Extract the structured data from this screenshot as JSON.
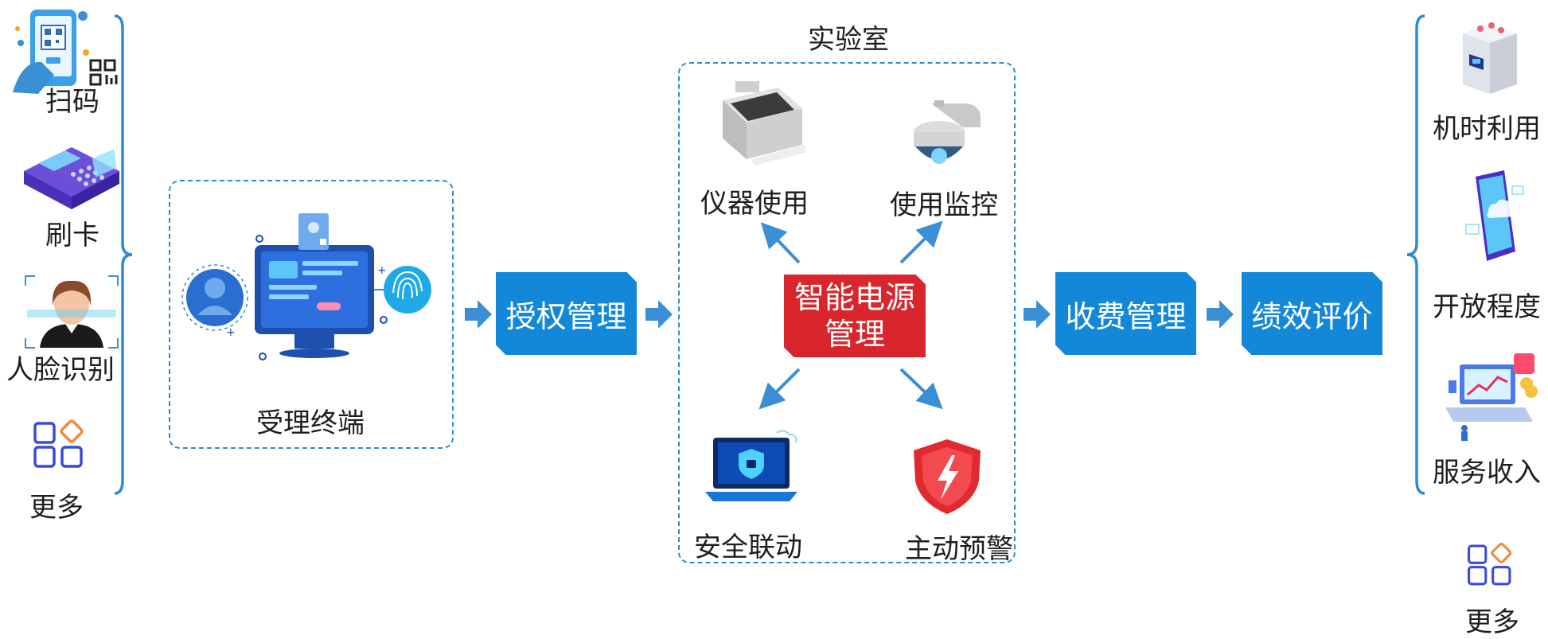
{
  "lab_title": "实验室",
  "left": {
    "items": [
      {
        "label": "扫码",
        "icon": "qr-phone-icon"
      },
      {
        "label": "刷卡",
        "icon": "card-reader-icon"
      },
      {
        "label": "人脸识别",
        "icon": "face-recognition-icon"
      },
      {
        "label": "更多",
        "icon": "more-grid-icon"
      }
    ]
  },
  "terminal": {
    "label": "受理终端"
  },
  "flow": {
    "auth": "授权管理",
    "charge": "收费管理",
    "evaluate": "绩效评价"
  },
  "center": {
    "line1": "智能电源",
    "line2": "管理"
  },
  "lab_items": {
    "instrument": "仪器使用",
    "monitor": "使用监控",
    "security": "安全联动",
    "warning": "主动预警"
  },
  "right": {
    "items": [
      {
        "label": "机时利用",
        "icon": "server-icon"
      },
      {
        "label": "开放程度",
        "icon": "mobile-cloud-icon"
      },
      {
        "label": "服务收入",
        "icon": "laptop-chart-icon"
      },
      {
        "label": "更多",
        "icon": "more-grid-icon"
      }
    ]
  },
  "colors": {
    "accent_blue": "#1488d8",
    "center_red": "#d9262c",
    "arrow_blue": "#3a8fd5"
  }
}
